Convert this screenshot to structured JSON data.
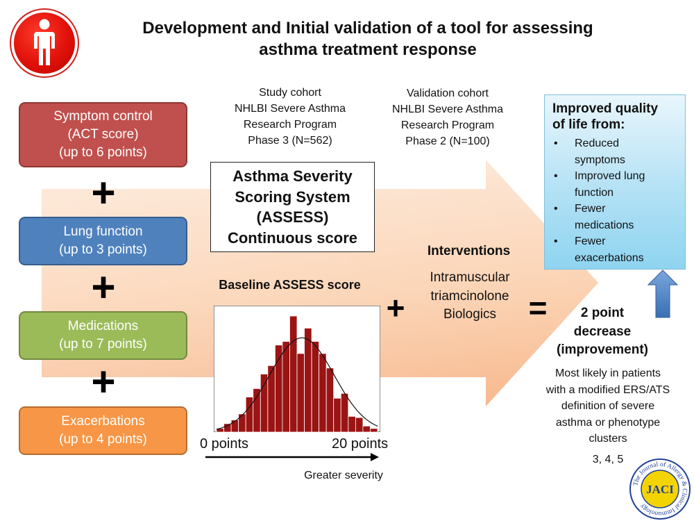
{
  "header": {
    "title_line1": "Development and Initial validation of a tool for assessing",
    "title_line2": "asthma treatment response",
    "logo_icon": "person-icon",
    "logo_color": "#e0110a"
  },
  "factors": [
    {
      "lines": [
        "Symptom control",
        "(ACT score)",
        "(up to 6 points)"
      ],
      "color": "#c0504d"
    },
    {
      "lines": [
        "Lung function",
        "(up to 3 points)"
      ],
      "color": "#4f81bd"
    },
    {
      "lines": [
        "Medications",
        "(up to 7 points)"
      ],
      "color": "#9bbb59"
    },
    {
      "lines": [
        "Exacerbations",
        "(up to 4 points)"
      ],
      "color": "#f79646"
    }
  ],
  "operators": {
    "plus": "+",
    "equals": "="
  },
  "study_cohort": {
    "lines": [
      "Study cohort",
      "NHLBI Severe Asthma",
      "Research Program",
      "Phase 3 (N=562)"
    ]
  },
  "validation_cohort": {
    "lines": [
      "Validation cohort",
      "NHLBI Severe Asthma",
      "Research Program",
      "Phase 2 (N=100)"
    ]
  },
  "assess": {
    "lines": [
      "Asthma Severity",
      "Scoring System",
      "(ASSESS)",
      "Continuous score"
    ]
  },
  "baseline": {
    "title": "Baseline ASSESS score",
    "axis_min": "0 points",
    "axis_max": "20 points",
    "severity_label": "Greater severity",
    "bar_color": "#9b1414",
    "bars": [
      0.03,
      0.07,
      0.1,
      0.15,
      0.29,
      0.36,
      0.48,
      0.55,
      0.72,
      0.75,
      0.96,
      0.65,
      0.86,
      0.75,
      0.65,
      0.53,
      0.28,
      0.32,
      0.13,
      0.12,
      0.05,
      0.03
    ]
  },
  "interventions": {
    "title": "Interventions",
    "lines": [
      "Intramuscular",
      "triamcinolone",
      "Biologics"
    ]
  },
  "result": {
    "lines": [
      "2 point",
      "decrease",
      "(improvement)"
    ],
    "note_lines": [
      "Most likely in patients",
      "with a modified ERS/ATS",
      "definition of severe",
      "asthma or phenotype",
      "clusters"
    ],
    "refs": "3, 4, 5"
  },
  "quality": {
    "title_lines": [
      "Improved quality",
      "of life from:"
    ],
    "items": [
      [
        "Reduced",
        "symptoms"
      ],
      [
        "Improved lung",
        "function"
      ],
      [
        "Fewer",
        "medications"
      ],
      [
        "Fewer",
        "exacerbations"
      ]
    ]
  },
  "journal_logo": {
    "text": "JACI",
    "ring_text": "The Journal of Allergy & Clinical Immunology"
  },
  "colors": {
    "arrow_orange": "#f8b27a",
    "arrow_light": "#fde9d9",
    "up_arrow": "#4f81bd"
  }
}
